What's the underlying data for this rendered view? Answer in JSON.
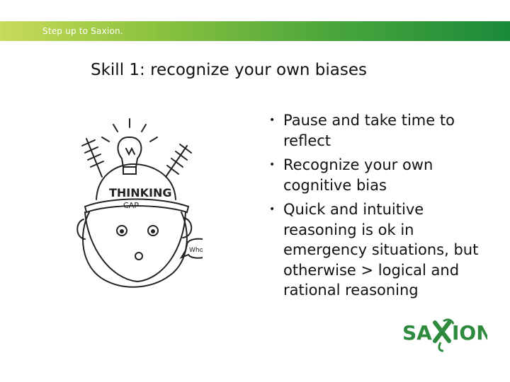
{
  "header": {
    "tagline": "Step up to Saxion."
  },
  "slide": {
    "title": "Skill 1: recognize your own biases",
    "bullets": [
      "Pause and take time to reflect",
      "Recognize your own cognitive bias",
      "Quick and intuitive reasoning is ok in emergency situations, but otherwise > logical and rational reasoning"
    ]
  },
  "illustration": {
    "cap_word_1": "THINKING",
    "cap_word_2": "CAP",
    "speech": "Whoa."
  },
  "logo": {
    "text_left": "SA",
    "text_right": "ION"
  },
  "colors": {
    "brand_green": "#2e8b3e",
    "banner_light": "#c8db5a",
    "banner_dark": "#1a8a3a"
  }
}
